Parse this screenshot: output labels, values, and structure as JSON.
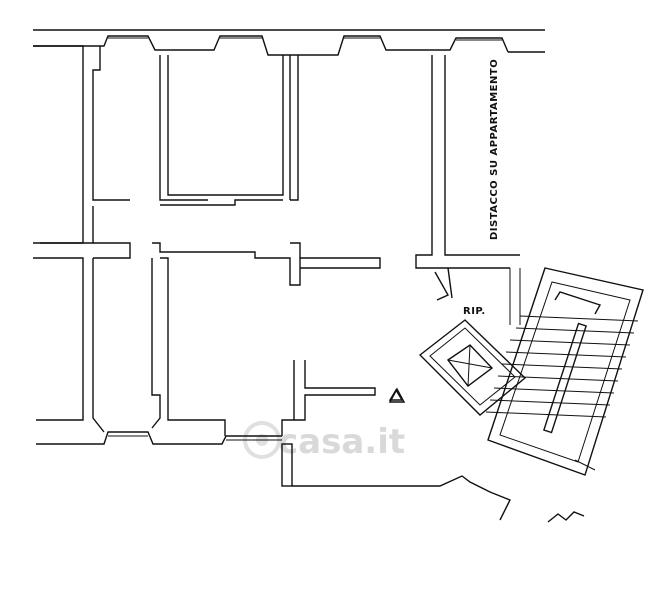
{
  "plan": {
    "labels": {
      "distacco": "DISTACCO SU APPARTAMENTO",
      "landing": "RIP."
    },
    "watermark": "casa.it",
    "north_marker": "triangle-marker"
  }
}
